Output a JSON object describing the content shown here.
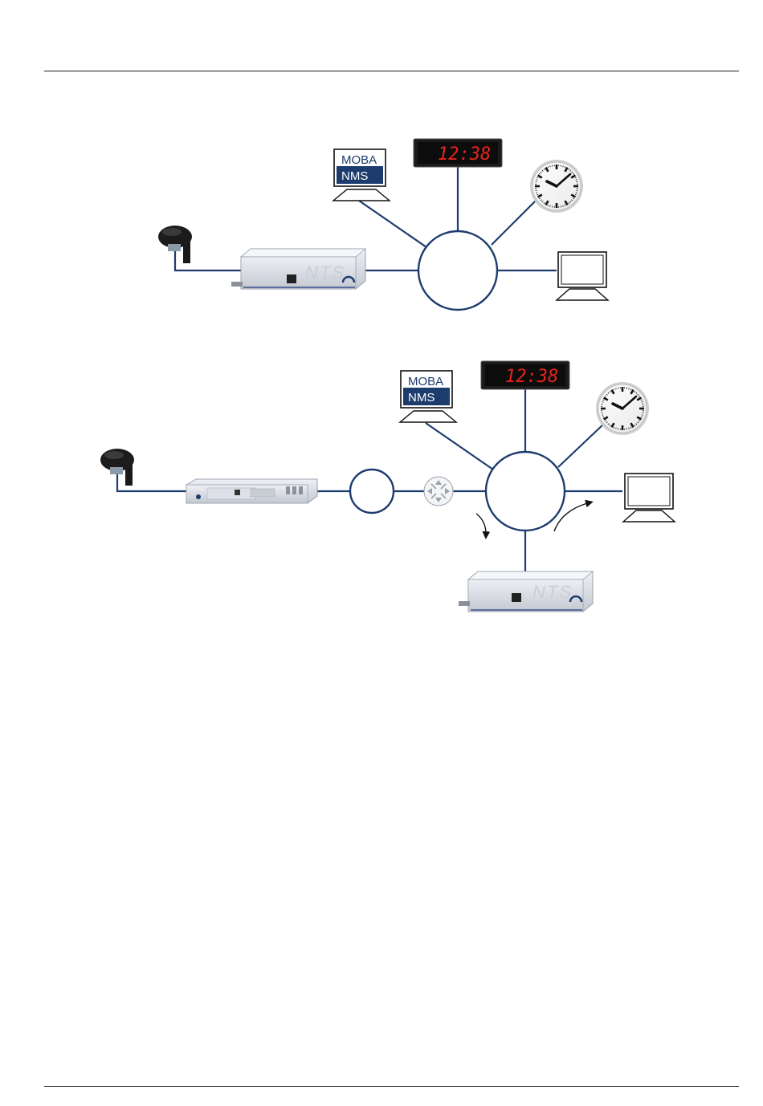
{
  "moba_label_top": "MOBA",
  "moba_label_bottom": "NMS",
  "digital_clock_time": "12:38",
  "nts_label": "NTS",
  "colors": {
    "line": "#1d3c6e",
    "moba_blue": "#1d3c6e",
    "digital_clock_digits": "#e8241c",
    "device_body": "#d8dce3"
  },
  "diagram_1": {
    "nodes": [
      "gps-antenna",
      "nts-device",
      "network-hub",
      "moba-nms-monitor",
      "digital-clock",
      "analog-clock",
      "pc-monitor"
    ]
  },
  "diagram_2": {
    "nodes": [
      "gps-antenna",
      "rack-time-server",
      "network-circle",
      "router-icon",
      "network-hub",
      "moba-nms-monitor",
      "digital-clock",
      "analog-clock",
      "pc-monitor",
      "nts-device"
    ]
  }
}
